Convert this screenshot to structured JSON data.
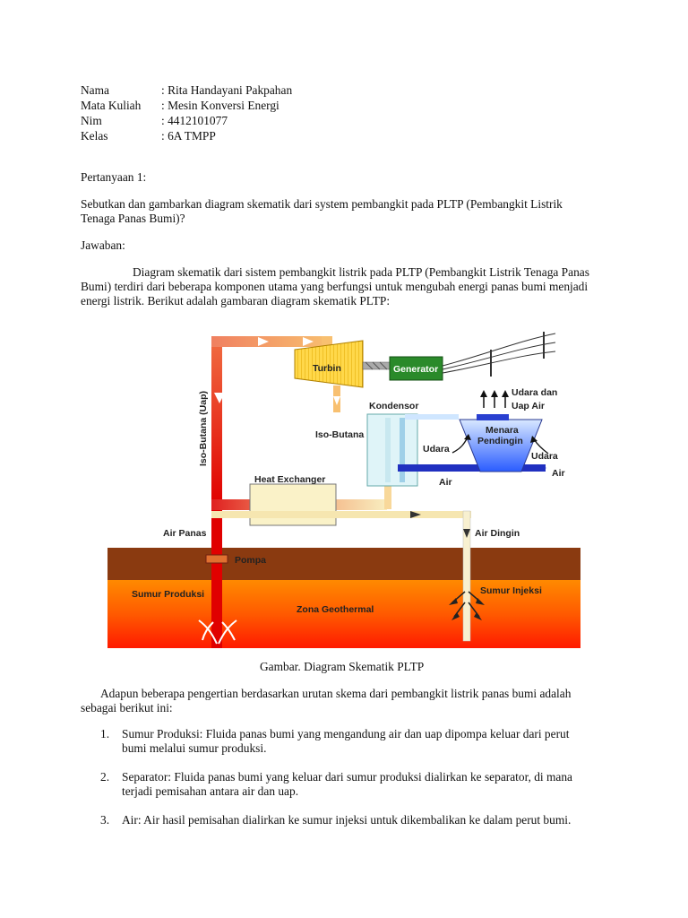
{
  "header": {
    "nama_label": "Nama",
    "nama_value": ": Rita Handayani Pakpahan",
    "mk_label": "Mata Kuliah",
    "mk_value": ": Mesin Konversi Energi",
    "nim_label": "Nim",
    "nim_value": ": 4412101077",
    "kelas_label": "Kelas",
    "kelas_value": ": 6A TMPP"
  },
  "question": {
    "heading": "Pertanyaan 1:",
    "line1": "Sebutkan dan gambarkan diagram skematik dari system pembangkit pada PLTP (Pembangkit Listrik",
    "line2": "Tenaga Panas Bumi)?"
  },
  "answer": {
    "heading": "Jawaban:",
    "line1": "Diagram skematik dari sistem pembangkit listrik pada PLTP (Pembangkit Listrik Tenaga Panas",
    "line2": "Bumi) terdiri dari beberapa komponen utama yang berfungsi untuk mengubah energi panas bumi menjadi",
    "line3": "energi listrik. Berikut adalah gambaran diagram skematik PLTP:"
  },
  "diagram": {
    "turbin": "Turbin",
    "generator": "Generator",
    "kondensor": "Kondensor",
    "iso_butana_uap": "Iso-Butana (Uap)",
    "iso_butana": "Iso-Butana",
    "udara_dan": "Udara dan",
    "uap_air": "Uap Air",
    "menara": "Menara",
    "pendingin": "Pendingin",
    "udara_left": "Udara",
    "udara_right": "Udara",
    "air_right": "Air",
    "air_mid": "Air",
    "heat_exchanger": "Heat Exchanger",
    "air_panas": "Air Panas",
    "air_dingin": "Air Dingin",
    "pompa": "Pompa",
    "sumur_produksi": "Sumur Produksi",
    "sumur_injeksi": "Sumur Injeksi",
    "zona_geothermal": "Zona Geothermal",
    "caption": "Gambar. Diagram Skematik PLTP"
  },
  "explanation": {
    "line1": "Adapun beberapa pengertian berdasarkan urutan skema dari pembangkit listrik panas bumi adalah",
    "line2": "sebagai berikut ini:"
  },
  "list": [
    {
      "num": "1.",
      "line1": "Sumur Produksi: Fluida panas bumi yang mengandung air dan uap dipompa keluar dari perut",
      "line2": "bumi melalui sumur produksi."
    },
    {
      "num": "2.",
      "line1": "Separator: Fluida panas bumi yang keluar dari sumur produksi dialirkan ke separator, di mana",
      "line2": "terjadi pemisahan antara air dan uap."
    },
    {
      "num": "3.",
      "line1": "Air: Air hasil pemisahan dialirkan ke sumur injeksi untuk dikembalikan ke dalam perut bumi.",
      "line2": ""
    }
  ]
}
